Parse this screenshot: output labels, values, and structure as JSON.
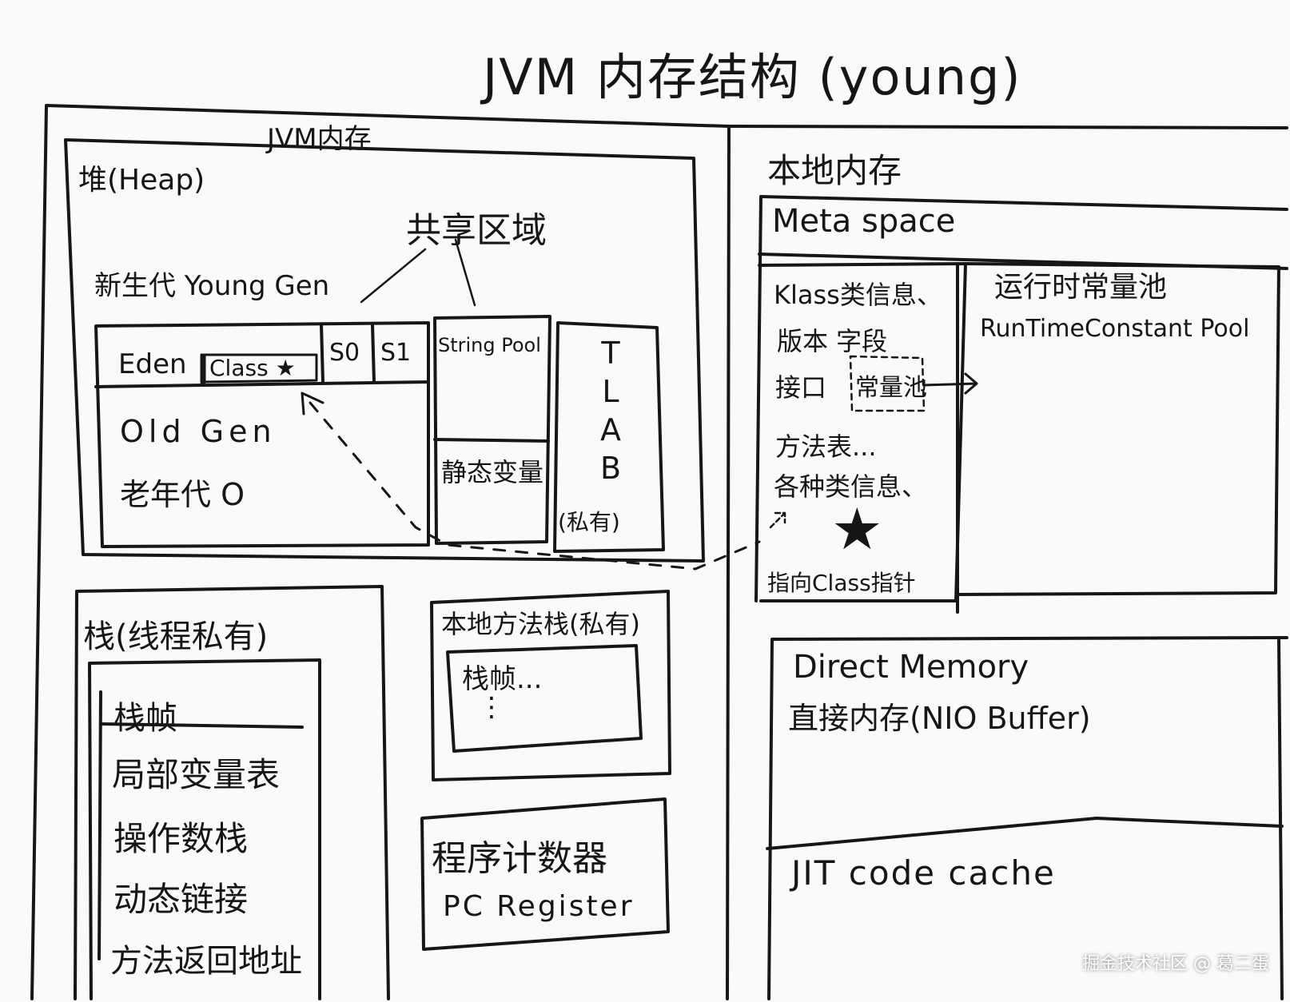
{
  "title": "JVM 内存结构 (young)",
  "jvm_memory": {
    "label": "JVM内存",
    "heap": {
      "label": "堆(Heap)",
      "shared_area_label": "共享区域",
      "young_gen_label": "新生代 Young Gen",
      "eden": "Eden",
      "class_box": "Class ★",
      "s0": "S0",
      "s1": "S1",
      "old_gen_line1": "Old Gen",
      "old_gen_line2": "老年代 O",
      "string_pool": "String Pool",
      "static_vars": "静态变量",
      "tlab_letters": [
        "T",
        "L",
        "A",
        "B"
      ],
      "tlab_private": "(私有)"
    },
    "stack": {
      "label": "栈(线程私有)",
      "frame_title": "栈帧",
      "items": [
        "局部变量表",
        "操作数栈",
        "动态链接",
        "方法返回地址"
      ]
    },
    "native_method_stack": {
      "label": "本地方法栈(私有)",
      "frame": "栈帧...",
      "dots": "⋮"
    },
    "program_counter": {
      "label": "程序计数器",
      "sub": "PC Register"
    }
  },
  "native_memory": {
    "label": "本地内存",
    "metaspace": {
      "label": "Meta space",
      "klass_lines": [
        "Klass类信息、",
        "版本  字段",
        "接口"
      ],
      "constant_pool_box": "常量池",
      "more_lines": [
        "方法表...",
        "各种类信息、"
      ],
      "star": "★",
      "pointer": "指向Class指针",
      "runtime_pool_cn": "运行时常量池",
      "runtime_pool_en": "RunTimeConstant  Pool"
    },
    "direct_memory": {
      "line1": "Direct Memory",
      "line2": "直接内存(NIO Buffer)"
    },
    "jit": "JIT code cache"
  },
  "watermark": "掘金技术社区 @ 葛二蛋"
}
